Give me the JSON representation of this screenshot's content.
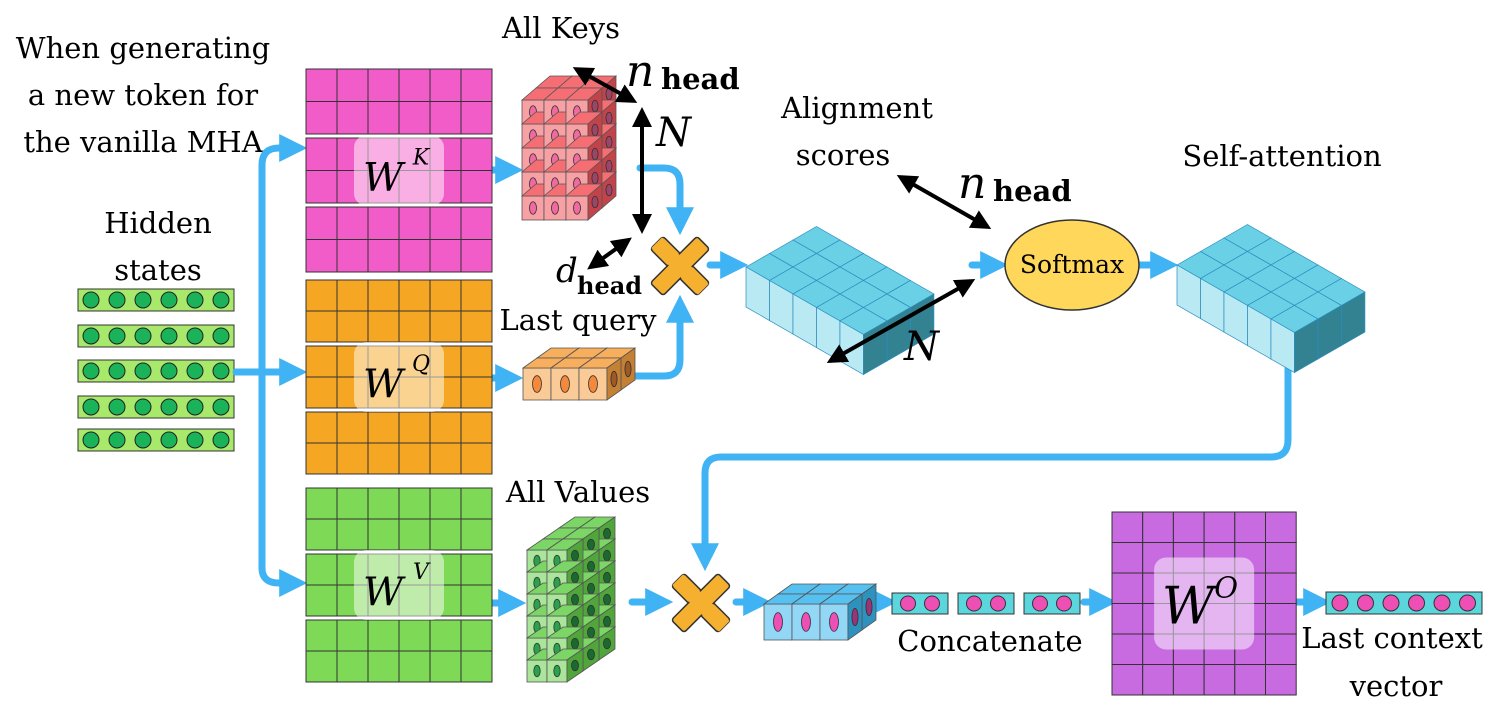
{
  "caption": [
    "When generating",
    "a new token for",
    "the vanilla MHA"
  ],
  "hidden_states": [
    "Hidden",
    "states"
  ],
  "all_keys": "All Keys",
  "last_query": "Last query",
  "all_values": "All Values",
  "alignment_scores": [
    "Alignment",
    "scores"
  ],
  "self_attention": "Self-attention",
  "softmax": "Softmax",
  "concatenate": "Concatenate",
  "last_context_vector": [
    "Last context",
    "vector"
  ],
  "dims": {
    "n_head_sym": "n",
    "n_head_sub": "head",
    "N": "N",
    "d_head_sym": "d",
    "d_head_sub": "head"
  },
  "weights": {
    "key": {
      "sym": "W",
      "sup": "K"
    },
    "query": {
      "sym": "W",
      "sup": "Q"
    },
    "value": {
      "sym": "W",
      "sup": "V"
    },
    "output": {
      "sym": "W",
      "sup": "O"
    }
  },
  "colors": {
    "arrow": "#3fb3f3",
    "key": "#f25cc8",
    "query": "#f5a623",
    "value": "#7ed957",
    "output": "#c86ae0",
    "hidden": "#a8e86b",
    "hidden_dot": "#1ab35a",
    "scores": "#4fc8e0",
    "softmax": "#ffd75a",
    "multiply": "#f5b030",
    "ctx_dot": "#ee4fb5"
  }
}
